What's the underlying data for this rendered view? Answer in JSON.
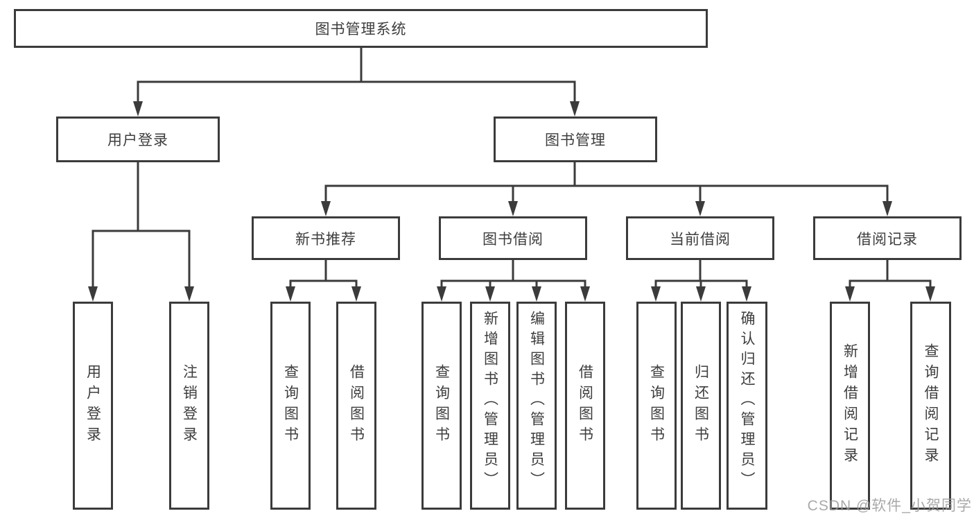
{
  "diagram": {
    "root": {
      "label": "图书管理系统"
    },
    "level1": [
      {
        "label": "用户登录"
      },
      {
        "label": "图书管理"
      }
    ],
    "level2": [
      {
        "label": "新书推荐"
      },
      {
        "label": "图书借阅"
      },
      {
        "label": "当前借阅"
      },
      {
        "label": "借阅记录"
      }
    ],
    "leaves": [
      {
        "label": "用户登录"
      },
      {
        "label": "注销登录"
      },
      {
        "label": "查询图书"
      },
      {
        "label": "借阅图书"
      },
      {
        "label": "查询图书"
      },
      {
        "label": "新增图书（管理员）"
      },
      {
        "label": "编辑图书（管理员）"
      },
      {
        "label": "借阅图书"
      },
      {
        "label": "查询图书"
      },
      {
        "label": "归还图书"
      },
      {
        "label": "确认归还（管理员）"
      },
      {
        "label": "新增借阅记录"
      },
      {
        "label": "查询借阅记录"
      }
    ]
  },
  "watermark": {
    "text": "CSDN @软件_小贺同学"
  },
  "colors": {
    "line": "#3b3b3b",
    "box_border": "#3b3b3b",
    "box_fill": "#ffffff",
    "text": "#3d3d3d",
    "watermark": "#9b9b9b",
    "background": "#ffffff"
  }
}
